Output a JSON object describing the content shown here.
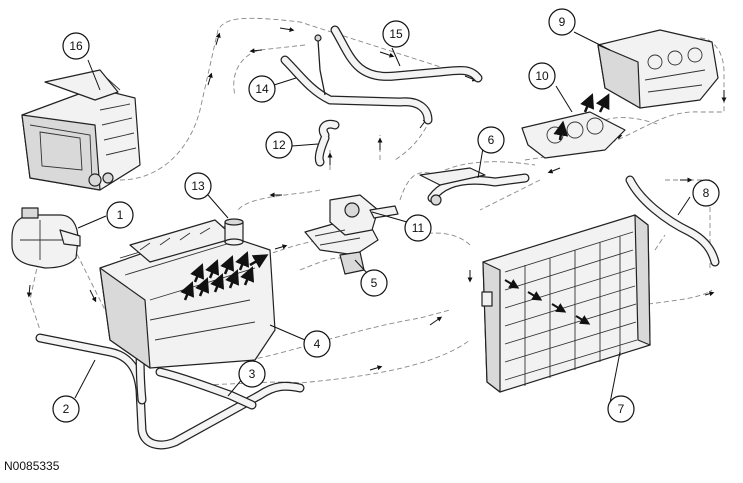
{
  "figure_id": "N0085335",
  "callouts": [
    "1",
    "2",
    "3",
    "4",
    "5",
    "6",
    "7",
    "8",
    "9",
    "10",
    "11",
    "12",
    "13",
    "14",
    "15",
    "16"
  ],
  "icons": [
    "coolant-flow-arrow-icon"
  ]
}
